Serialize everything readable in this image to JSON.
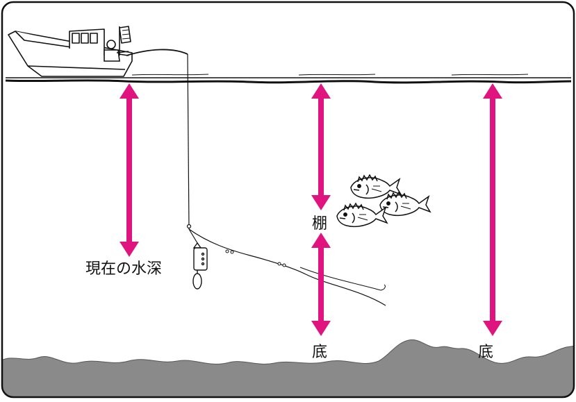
{
  "labels": {
    "current_depth": "現在の水深",
    "tana": "棚",
    "bottom_1": "底",
    "bottom_2": "底"
  },
  "colors": {
    "arrow": "#e0147f",
    "seabed": "#8a8a8a",
    "line": "#111111",
    "background": "#ffffff"
  },
  "icons": [
    "fishing-boat-icon",
    "angler-icon",
    "fish-icon",
    "sinker-icon"
  ]
}
